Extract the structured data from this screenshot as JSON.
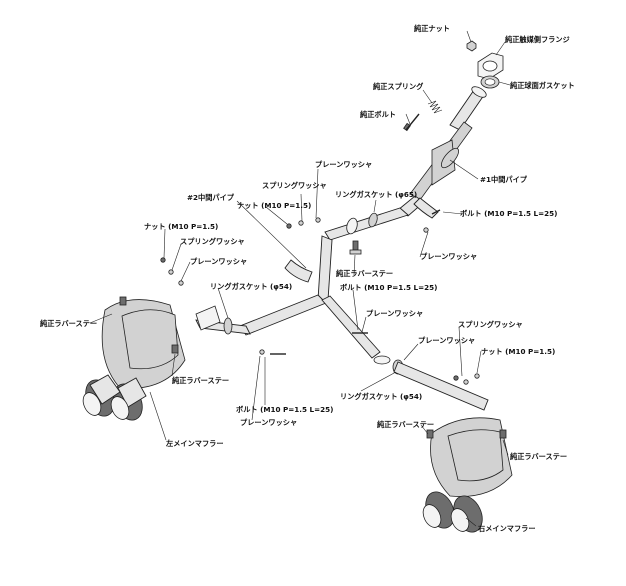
{
  "labels": {
    "oem_nut": "純正ナット",
    "oem_cat_flange": "純正触媒側フランジ",
    "oem_spring": "純正スプリング",
    "oem_ball_gasket": "純正球面ガスケット",
    "oem_bolt": "純正ボルト",
    "mid_pipe_1": "#1中間パイプ",
    "plain_washer_top": "プレーンワッシャ",
    "spring_washer_top": "スプリングワッシャ",
    "mid_pipe_2": "#2中間パイプ",
    "nut_m10_upper": "ナット (M10 P=1.5)",
    "ring_gasket_65": "リングガスケット (φ65)",
    "bolt_m10_l25_upper": "ボルト (M10 P=1.5 L=25)",
    "nut_m10_left": "ナット (M10 P=1.5)",
    "spring_washer_left": "スプリングワッシャ",
    "plain_washer_right_flange": "プレーンワッシャ",
    "plain_washer_left": "プレーンワッシャ",
    "oem_rubber_stay_center": "純正ラバーステー",
    "ring_gasket_54_left": "リングガスケット (φ54)",
    "bolt_m10_center": "ボルト (M10 P=1.5 L=25)",
    "oem_rubber_stay_left_outer": "純正ラバーステー",
    "plain_washer_center": "プレーンワッシャ",
    "spring_washer_right": "スプリングワッシャ",
    "plain_washer_right": "プレーンワッシャ",
    "nut_m10_right": "ナット (M10 P=1.5)",
    "oem_rubber_stay_left_inner": "純正ラバーステー",
    "ring_gasket_54_right": "リングガスケット (φ54)",
    "bolt_m10_l25_lower": "ボルト (M10 P=1.5 L=25)",
    "plain_washer_lower": "プレーンワッシャ",
    "oem_rubber_stay_right_inner": "純正ラバーステー",
    "oem_rubber_stay_right_outer": "純正ラバーステー",
    "left_main_muffler": "左メインマフラー",
    "right_main_muffler": "右メインマフラー"
  }
}
